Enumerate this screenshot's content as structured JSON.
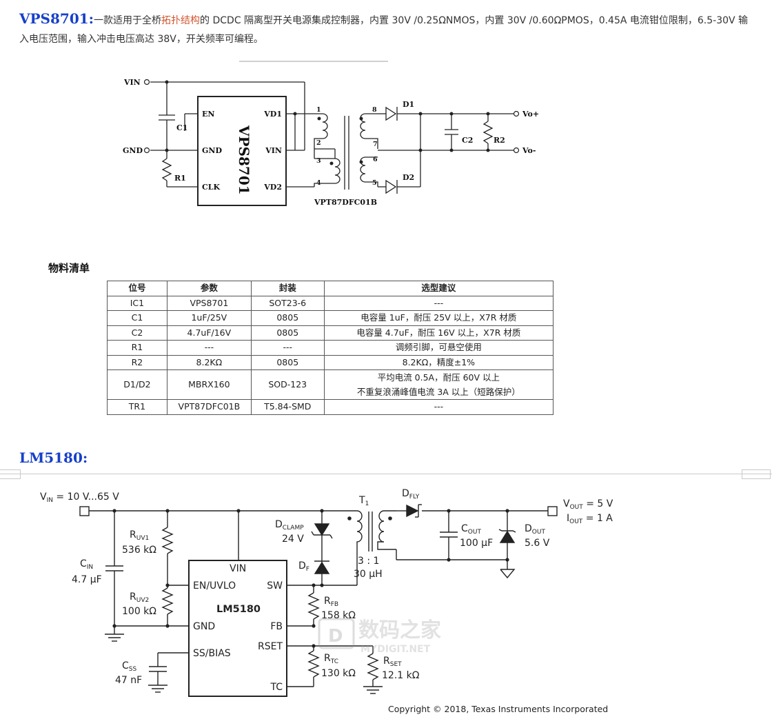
{
  "intro": {
    "heading": "VPS8701:",
    "pre_highlight": "一款适用于全桥",
    "highlight": "拓扑结构",
    "post_highlight": "的  DCDC 隔离型开关电源集成控制器，内置 30V /0.25ΩNMOS，内置 30V /0.60ΩPMOS，0.45A 电流钳位限制，6.5-30V 输入电压范围，输入冲击电压高达 38V，开关频率可编程。"
  },
  "vps8701_schematic": {
    "chip_name": "VPS8701",
    "pins_left": [
      "EN",
      "GND",
      "CLK"
    ],
    "pins_right": [
      "VD1",
      "VIN",
      "VD2"
    ],
    "terminals": {
      "vin": "VIN",
      "gnd": "GND",
      "vo_plus": "Vo+",
      "vo_minus": "Vo-"
    },
    "components": {
      "c1": "C1",
      "r1": "R1",
      "c2": "C2",
      "r2": "R2",
      "d1": "D1",
      "d2": "D2"
    },
    "transformer_name": "VPT87DFC01B",
    "pin_numbers": [
      "1",
      "2",
      "3",
      "4",
      "8",
      "7",
      "6",
      "5"
    ]
  },
  "bom": {
    "title": "物料清单",
    "headers": [
      "位号",
      "参数",
      "封装",
      "选型建议"
    ],
    "rows": [
      [
        "IC1",
        "VPS8701",
        "SOT23-6",
        "---"
      ],
      [
        "C1",
        "1uF/25V",
        "0805",
        "电容量 1uF，耐压 25V 以上，X7R 材质"
      ],
      [
        "C2",
        "4.7uF/16V",
        "0805",
        "电容量 4.7uF，耐压 16V 以上，X7R 材质"
      ],
      [
        "R1",
        "---",
        "---",
        "调频引脚，可悬空使用"
      ],
      [
        "R2",
        "8.2KΩ",
        "0805",
        "8.2KΩ，精度±1%"
      ],
      [
        "D1/D2",
        "MBRX160",
        "SOD-123",
        "平均电流 0.5A，耐压 60V 以上"
      ],
      [
        "TR1",
        "VPT87DFC01B",
        "T5.84-SMD",
        "---"
      ]
    ],
    "d_row_line2": "不重复浪涌峰值电流 3A 以上（短路保护）"
  },
  "lm5180": {
    "heading": "LM5180:",
    "chip_name": "LM5180",
    "pins_left": [
      "EN/UVLO",
      "GND",
      "SS/BIAS"
    ],
    "pins_right": [
      "SW",
      "FB",
      "RSET",
      "TC"
    ],
    "pin_top": "VIN",
    "vin_label": {
      "main": "V",
      "sub": "IN",
      "rest": " = 10 V...65 V"
    },
    "vout_label": {
      "main": "V",
      "sub": "OUT",
      "rest": " = 5 V"
    },
    "iout_label": {
      "main": "I",
      "sub": "OUT",
      "rest": " = 1 A"
    },
    "ruv1": {
      "main": "R",
      "sub": "UV1",
      "value": "536 kΩ"
    },
    "ruv2": {
      "main": "R",
      "sub": "UV2",
      "value": "100 kΩ"
    },
    "cin": {
      "main": "C",
      "sub": "IN",
      "value": "4.7 µF"
    },
    "css": {
      "main": "C",
      "sub": "SS",
      "value": "47 nF"
    },
    "dclamp": {
      "main": "D",
      "sub": "CLAMP",
      "value": "24 V"
    },
    "df": {
      "main": "D",
      "sub": "F"
    },
    "t1": {
      "main": "T",
      "sub": "1",
      "ratio": "3 : 1",
      "value": "30 µH"
    },
    "dfly": {
      "main": "D",
      "sub": "FLY"
    },
    "cout": {
      "main": "C",
      "sub": "OUT",
      "value": "100 µF"
    },
    "dout": {
      "main": "D",
      "sub": "OUT",
      "value": "5.6 V"
    },
    "rfb": {
      "main": "R",
      "sub": "FB",
      "value": "158 kΩ"
    },
    "rtc": {
      "main": "R",
      "sub": "TC",
      "value": "130 kΩ"
    },
    "rset": {
      "main": "R",
      "sub": "SET",
      "value": "12.1 kΩ"
    }
  },
  "watermark": {
    "cn": "数码之家",
    "en": "MYDIGIT.NET"
  },
  "copyright": "Copyright © 2018, Texas Instruments Incorporated"
}
